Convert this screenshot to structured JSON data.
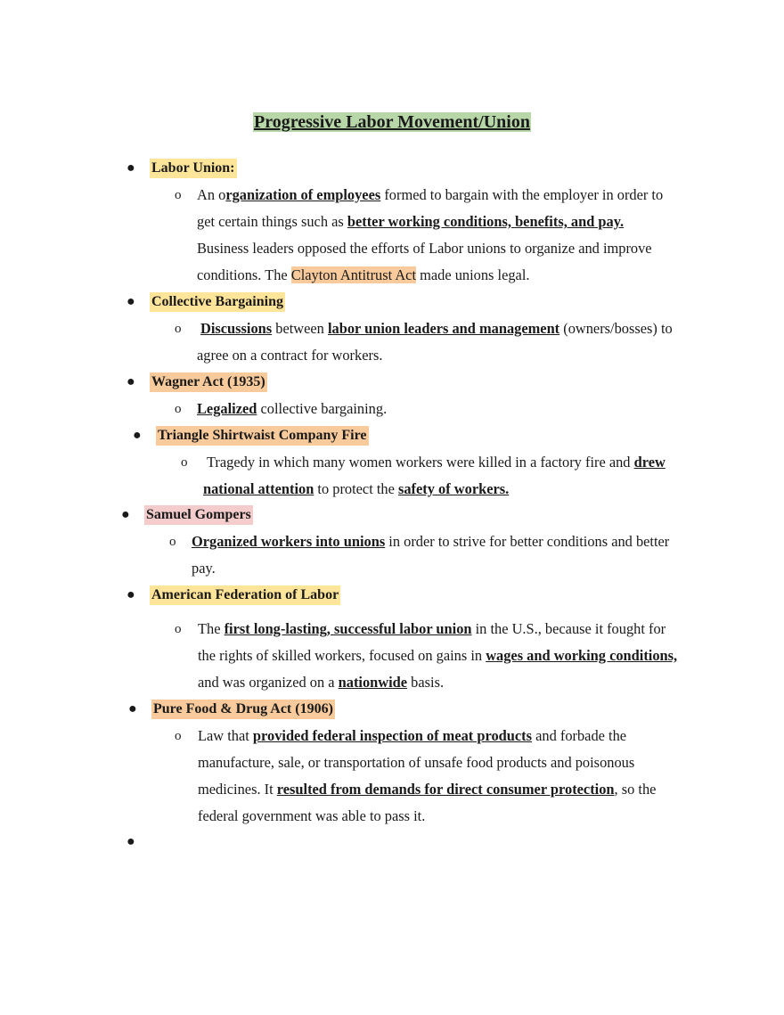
{
  "title": "Progressive Labor Movement/Union",
  "sections": {
    "labor_union": {
      "heading": "Labor Union:",
      "l1_a": "An o",
      "l1_b": "rganization of employees",
      "l1_c": " formed to bargain with the employer in order to",
      "l2_a": "get certain things such as ",
      "l2_b": "better working conditions, benefits, and pay.",
      "l3": "Business leaders opposed the efforts of Labor unions to organize and improve",
      "l4_a": "conditions. The ",
      "l4_b": "Clayton Antitrust Act",
      "l4_c": " made unions legal."
    },
    "collective": {
      "heading": "Collective Bargaining",
      "l1_a": "Discussions",
      "l1_b": " between ",
      "l1_c": "labor union leaders and management",
      "l1_d": " (owners/bosses) to",
      "l2": "agree on a contract for workers."
    },
    "wagner": {
      "heading": "Wagner Act (1935)",
      "l1_a": "Legalized",
      "l1_b": " collective bargaining."
    },
    "triangle": {
      "heading": "Triangle Shirtwaist Company Fire",
      "l1_a": "Tragedy in which many women workers were killed in a factory fire and ",
      "l1_b": "drew",
      "l2_a": "national attention",
      "l2_b": " to protect the ",
      "l2_c": "safety of workers."
    },
    "gompers": {
      "heading": "Samuel Gompers",
      "l1_a": "Organized workers into unions",
      "l1_b": " in order to strive for better conditions and better",
      "l2": "pay."
    },
    "afl": {
      "heading": "American Federation of Labor",
      "l1_a": "The ",
      "l1_b": "first long-lasting, successful labor union",
      "l1_c": " in the U.S., because it fought for",
      "l2_a": "the rights of skilled workers, focused on gains in ",
      "l2_b": "wages and working conditions,",
      "l3_a": "and was organized on a ",
      "l3_b": "nationwide",
      "l3_c": " basis."
    },
    "pure_food": {
      "heading": "Pure Food & Drug Act (1906)",
      "l1_a": "Law that ",
      "l1_b": "provided federal inspection of meat products",
      "l1_c": " and forbade the",
      "l2": "manufacture, sale, or transportation of unsafe food products and poisonous",
      "l3_a": "medicines. It ",
      "l3_b": "resulted from demands for direct consumer protection",
      "l3_c": ", so the",
      "l4": "federal government was able to pass it."
    }
  },
  "bullet_glyph": "●",
  "sub_bullet_glyph": "o"
}
